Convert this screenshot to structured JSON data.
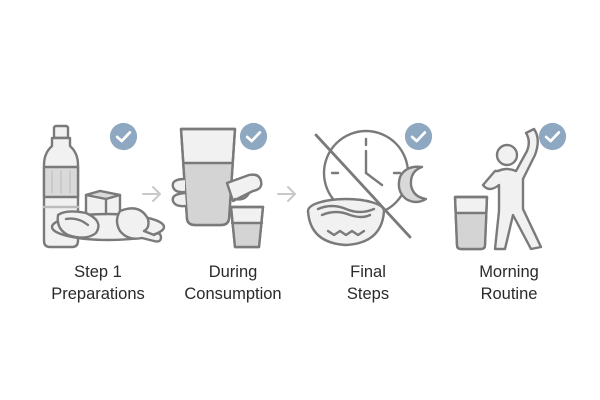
{
  "steps": [
    {
      "line1": "Step 1",
      "line2": "Preparations",
      "icon": "bottle-bread-chicken-icon",
      "checked": true
    },
    {
      "line1": "During",
      "line2": "Consumption",
      "icon": "hand-holding-glass-icon",
      "checked": true
    },
    {
      "line1": "Final",
      "line2": "Steps",
      "icon": "no-late-eating-icon",
      "checked": true
    },
    {
      "line1": "Morning",
      "line2": "Routine",
      "icon": "stretching-water-icon",
      "checked": true
    }
  ],
  "colors": {
    "check_badge": "#8fa8c1",
    "line": "#7a7a7a",
    "arrow": "#c8c8c8",
    "text": "#2a2a2a"
  }
}
